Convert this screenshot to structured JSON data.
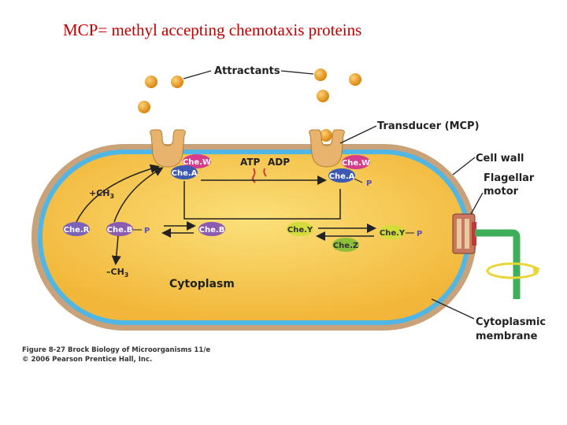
{
  "slide": {
    "title": "MCP= methyl accepting chemotaxis proteins",
    "title_color": "#c00000"
  },
  "diagram": {
    "labels": {
      "attractants": "Attractants",
      "transducer": "Transducer (MCP)",
      "cell_wall": "Cell wall",
      "flagellar_motor_1": "Flagellar",
      "flagellar_motor_2": "motor",
      "cytoplasm": "Cytoplasm",
      "cyto_membrane_1": "Cytoplasmic",
      "cyto_membrane_2": "membrane",
      "atp": "ATP",
      "adp": "ADP",
      "methyl_add": "+CH",
      "methyl_remove": "–CH",
      "subscript_3": "3"
    },
    "proteins": {
      "chew_left": "Che.W",
      "chea_left": "Che.A",
      "chew_right": "Che.W",
      "chea_right": "Che.A",
      "cher": "Che.R",
      "cheb_p": "Che.B",
      "cheb": "Che.B",
      "chey": "Che.Y",
      "chey_p": "Che.Y",
      "chez": "Che.Z",
      "phosphate": "P"
    },
    "colors": {
      "cell_fill": "#f7c64a",
      "cell_wall": "#c9a27a",
      "membrane": "#4fb6e6",
      "receptor": "#e8b36c",
      "attractant": "#e8961e",
      "chew": "#d43c8c",
      "chea": "#3c5ab4",
      "cher": "#7a63b8",
      "cheb": "#8a5bb0",
      "chey": "#d2dc3a",
      "chez": "#8fbf3a",
      "phosphate": "#6a60c0",
      "flagellum": "#3fae5a"
    }
  },
  "caption": {
    "line1": "Figure 8-27  Brock Biology of Microorganisms 11/e",
    "line2": "© 2006 Pearson Prentice Hall, Inc."
  }
}
